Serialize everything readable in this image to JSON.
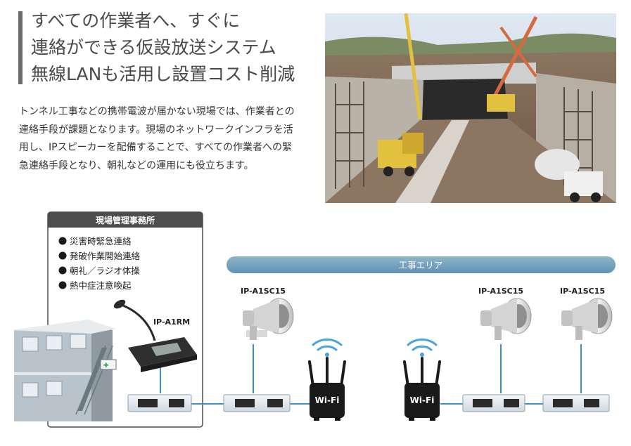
{
  "headline": {
    "line1": "すべての作業者へ、すぐに",
    "line2": "連絡ができる仮設放送システム",
    "line3": "無線LANも活用し設置コスト削減"
  },
  "description": "トンネル工事などの携帯電波が届かない現場では、作業者との連絡手段が課題となります。現場のネットワークインフラを活用し、IPスピーカーを配備することで、すべての作業者への緊急連絡手段となり、朝礼などの運用にも役立ちます。",
  "office": {
    "title": "現場管理事務所",
    "uses": [
      "災害時緊急連絡",
      "発破作業開始連絡",
      "朝礼／ラジオ体操",
      "熱中症注意喚起"
    ]
  },
  "area": {
    "label": "工事エリア"
  },
  "devices": {
    "microphone": "IP-A1RM",
    "speaker1": "IP-A1SC15",
    "speaker2": "IP-A1SC15",
    "speaker3": "IP-A1SC15",
    "wifi1": "Wi-Fi",
    "wifi2": "Wi-Fi"
  },
  "colors": {
    "area_bar": "#5f92b0",
    "cable": "#3d8fc8",
    "wifi_signal": "#4aa3d9",
    "panel_header": "#4d4d4d"
  }
}
